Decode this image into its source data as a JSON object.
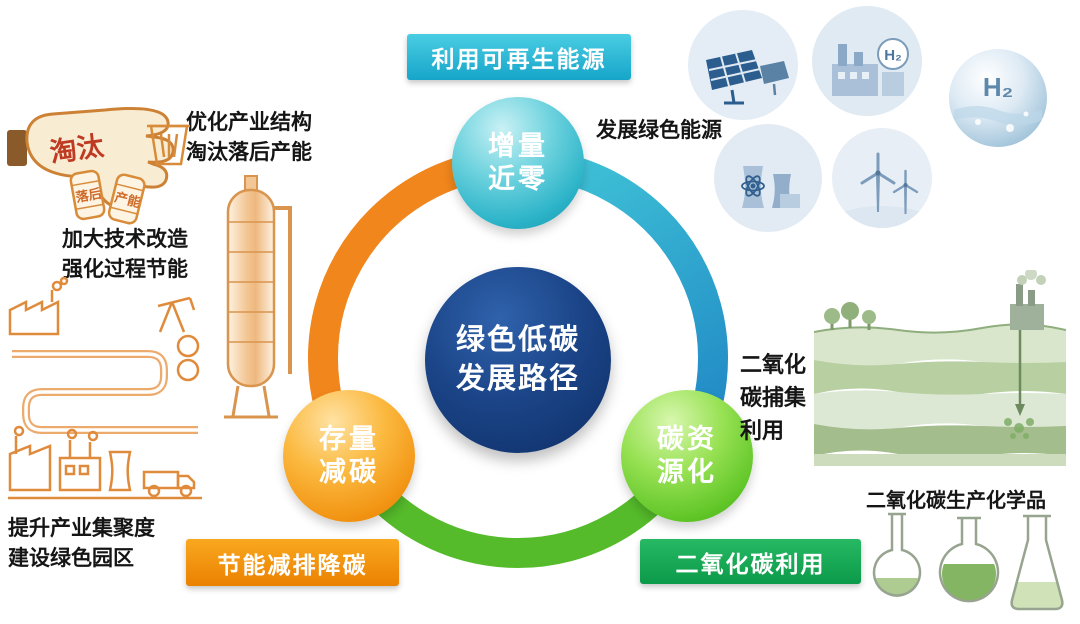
{
  "center": {
    "text": "绿色低碳\n发展路径"
  },
  "nodes": {
    "top": "增量\n近零",
    "left": "存量\n减碳",
    "right": "碳资\n源化"
  },
  "banners": {
    "renewable": "利用可再生能源",
    "energy_saving": "节能减排降碳",
    "co2_utilization": "二氧化碳利用"
  },
  "labels": {
    "green_energy": "发展绿色能源",
    "optimize_structure": "优化产业结构\n淘汰落后产能",
    "tech_transform": "加大技术改造\n强化过程节能",
    "industry_cluster": "提升产业集聚度\n建设绿色园区",
    "co2_capture": "二氧化\n碳捕集\n利用",
    "co2_chemicals": "二氧化碳生产化学品"
  },
  "illustrations": {
    "stamp_text": "淘汰",
    "barrels": [
      "落后",
      "产能"
    ],
    "h2_plant_label": "H₂",
    "h2_sphere_label": "H₂"
  },
  "icons": [
    "solar-panels",
    "hydrogen-plant",
    "hydrogen-bubble",
    "nuclear-plant",
    "wind-turbines"
  ],
  "colors": {
    "center_blue": "#123d7d",
    "node_teal": "#2db4c9",
    "node_orange": "#f29413",
    "node_green": "#61c628",
    "arc_orange": "#f0861c",
    "arc_cyan_start": "#41c6d8",
    "arc_cyan_end": "#1f86c4",
    "arc_green": "#55bb2b",
    "banner_cyan": "#16a5c9",
    "banner_orange": "#eb8100",
    "banner_green": "#0b9a49"
  }
}
